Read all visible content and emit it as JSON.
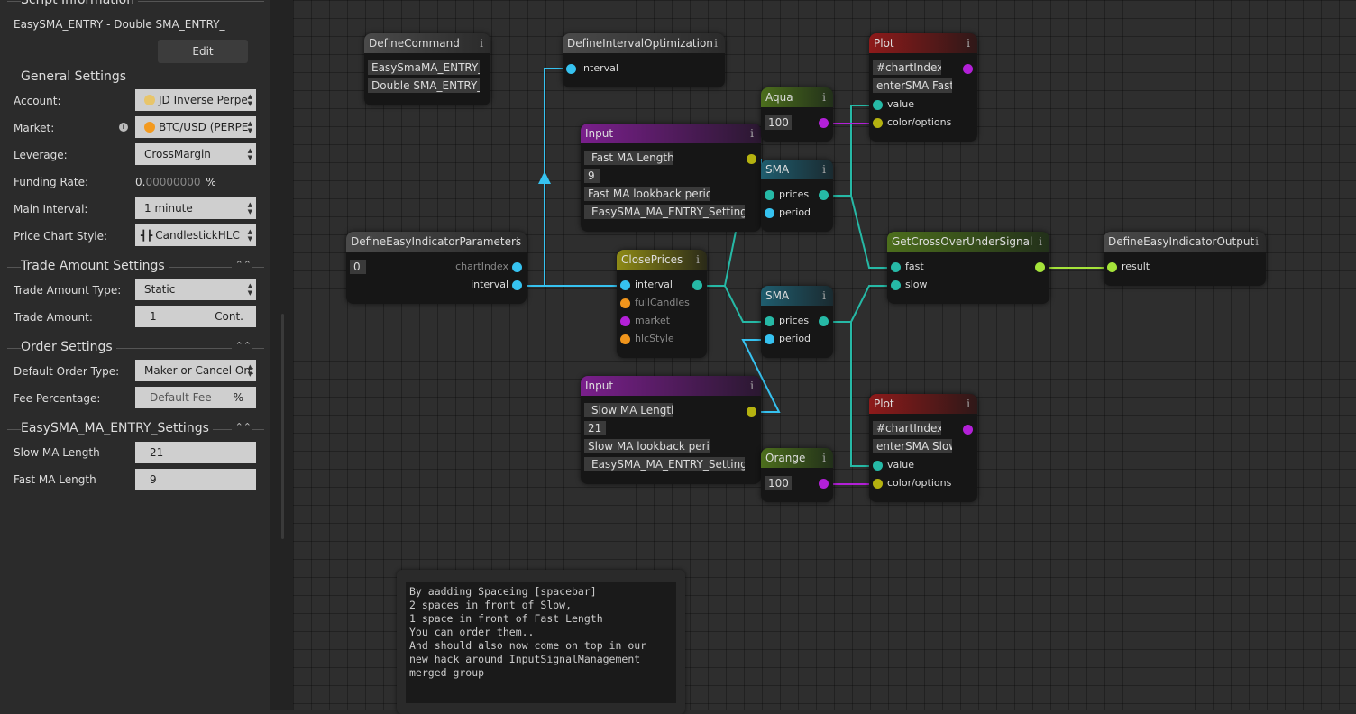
{
  "sidebar": {
    "script_info_title": "Script Information",
    "script_name": "EasySMA_ENTRY - Double SMA_ENTRY_",
    "edit_label": "Edit",
    "general": {
      "title": "General Settings",
      "account_label": "Account:",
      "account_value": "JD Inverse Perpe",
      "market_label": "Market:",
      "market_value": "BTC/USD (PERPE",
      "leverage_label": "Leverage:",
      "leverage_value": "CrossMargin",
      "funding_label": "Funding Rate:",
      "funding_value_prefix": "0.",
      "funding_value_rest": "00000000",
      "funding_unit": "%",
      "interval_label": "Main Interval:",
      "interval_value": "1 minute",
      "chartstyle_label": "Price Chart Style:",
      "chartstyle_value": "CandlestickHLC"
    },
    "trade": {
      "title": "Trade Amount Settings",
      "type_label": "Trade Amount Type:",
      "type_value": "Static",
      "amount_label": "Trade Amount:",
      "amount_value": "1",
      "amount_unit": "Cont."
    },
    "order": {
      "title": "Order Settings",
      "order_type_label": "Default Order Type:",
      "order_type_value": "Maker or Cancel Orc",
      "fee_label": "Fee Percentage:",
      "fee_value": "Default Fee",
      "fee_unit": "%"
    },
    "settings": {
      "title": "EasySMA_MA_ENTRY_Settings",
      "slow_label": "Slow MA Length",
      "slow_value": "21",
      "fast_label": "Fast MA Length",
      "fast_value": "9"
    }
  },
  "nodes": {
    "define_command": {
      "title": "DefineCommand",
      "f1": "EasySmaMA_ENTRY_",
      "f2": "Double SMA_ENTRY_"
    },
    "define_interval_opt": {
      "title": "DefineIntervalOptimization",
      "port": "interval"
    },
    "define_easy_params": {
      "title": "DefineEasyIndicatorParameters",
      "field": "0",
      "port1": "chartIndex",
      "port2": "interval"
    },
    "input_fast": {
      "title": "Input",
      "f1": "Fast MA Length",
      "f2": "9",
      "f3": "Fast MA lookback period",
      "f4": "EasySMA_MA_ENTRY_Settings"
    },
    "input_slow": {
      "title": "Input",
      "f1": "Slow MA Length",
      "f2": "21",
      "f3": "Slow MA lookback period",
      "f4": "EasySMA_MA_ENTRY_Settings"
    },
    "close_prices": {
      "title": "ClosePrices",
      "p1": "interval",
      "p2": "fullCandles",
      "p3": "market",
      "p4": "hlcStyle"
    },
    "aqua": {
      "title": "Aqua",
      "value": "100"
    },
    "orange": {
      "title": "Orange",
      "value": "100"
    },
    "sma_top": {
      "title": "SMA",
      "p1": "prices",
      "p2": "period"
    },
    "sma_bottom": {
      "title": "SMA",
      "p1": "prices",
      "p2": "period"
    },
    "plot_top": {
      "title": "Plot",
      "f1": "#chartIndex",
      "f2": "enterSMA Fast",
      "p1": "value",
      "p2": "color/options"
    },
    "plot_bottom": {
      "title": "Plot",
      "f1": "#chartIndex",
      "f2": "enterSMA Slow",
      "p1": "value",
      "p2": "color/options"
    },
    "cross": {
      "title": "GetCrossOverUnderSignal",
      "p1": "fast",
      "p2": "slow"
    },
    "output": {
      "title": "DefineEasyIndicatorOutput",
      "p1": "result"
    },
    "info_glyph": "i"
  },
  "note": "By aadding Spaceing [spacebar]\n2 spaces in front of Slow,\n1 space in front of Fast Length\nYou can order them..\nAnd should also now come on top in our\nnew hack around InputSignalManagement\nmerged group",
  "colors": {
    "teal_wire": "#26b9a6",
    "blue_wire": "#36c2f0",
    "magenta_wire": "#b320d8",
    "lime_wire": "#a5e43a"
  }
}
